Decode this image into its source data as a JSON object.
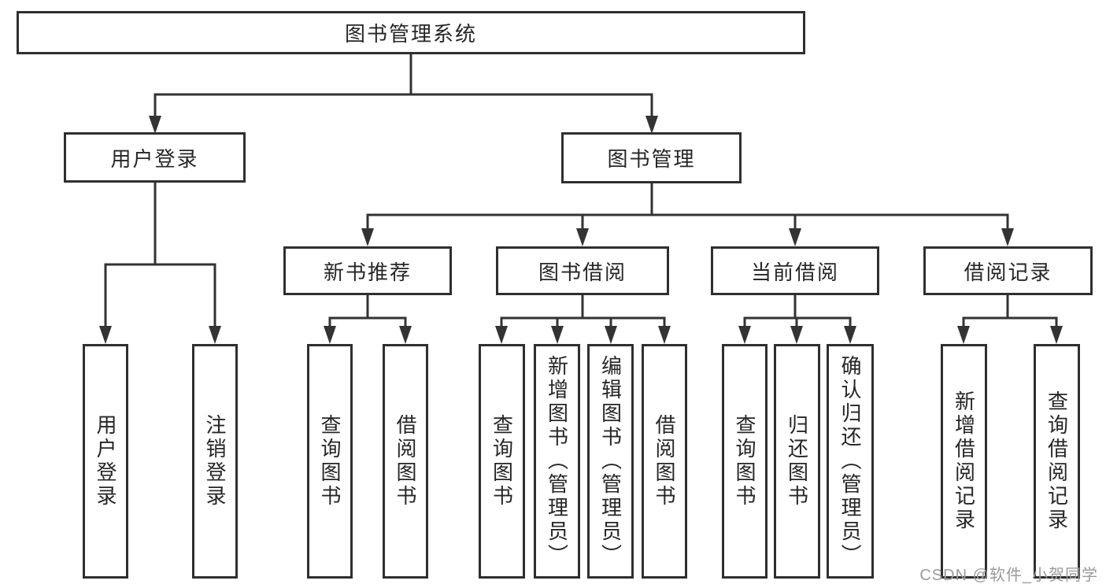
{
  "root": {
    "label": "图书管理系统"
  },
  "login": {
    "label": "用户登录",
    "children": [
      {
        "label": "用户登录"
      },
      {
        "label": "注销登录"
      }
    ]
  },
  "management": {
    "label": "图书管理",
    "modules": [
      {
        "label": "新书推荐",
        "children": [
          {
            "label": "查询图书"
          },
          {
            "label": "借阅图书"
          }
        ]
      },
      {
        "label": "图书借阅",
        "children": [
          {
            "label": "查询图书"
          },
          {
            "label": "新增图书（管理员）"
          },
          {
            "label": "编辑图书（管理员）"
          },
          {
            "label": "借阅图书"
          }
        ]
      },
      {
        "label": "当前借阅",
        "children": [
          {
            "label": "查询图书"
          },
          {
            "label": "归还图书"
          },
          {
            "label": "确认归还（管理员）"
          }
        ]
      },
      {
        "label": "借阅记录",
        "children": [
          {
            "label": "新增借阅记录"
          },
          {
            "label": "查询借阅记录"
          }
        ]
      }
    ]
  },
  "watermark": {
    "text": "CSDN @软件_小贺同学"
  },
  "colors": {
    "line": "#333333",
    "border": "#2f2f2f",
    "box_background": "#ffffff",
    "text": "#262626",
    "watermark": "#9b9b9b"
  }
}
